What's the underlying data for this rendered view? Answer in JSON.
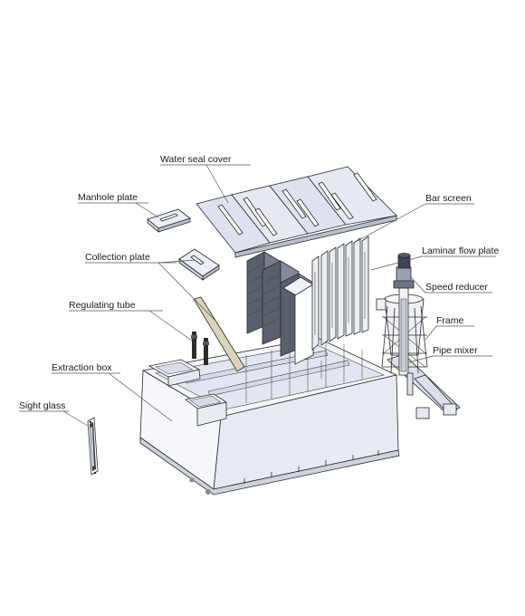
{
  "labels": {
    "water_seal_cover": "Water seal cover",
    "manhole_plate": "Manhole plate",
    "collection_plate": "Collection plate",
    "regulating_tube": "Regulating tube",
    "extraction_box": "Extraction box",
    "sight_glass": "Sight glass",
    "bar_screen": "Bar screen",
    "laminar_flow_plate": "Laminar flow plate",
    "speed_reducer": "Speed reducer",
    "frame": "Frame",
    "pipe_mixer": "Pipe mixer"
  },
  "colors": {
    "background": "#ffffff",
    "face_light": "#eef0f7",
    "face_mid": "#dde0ec",
    "face_dark": "#c9cddc",
    "line": "#2a2a2a",
    "leader": "#555555",
    "text": "#1a1a1a"
  }
}
